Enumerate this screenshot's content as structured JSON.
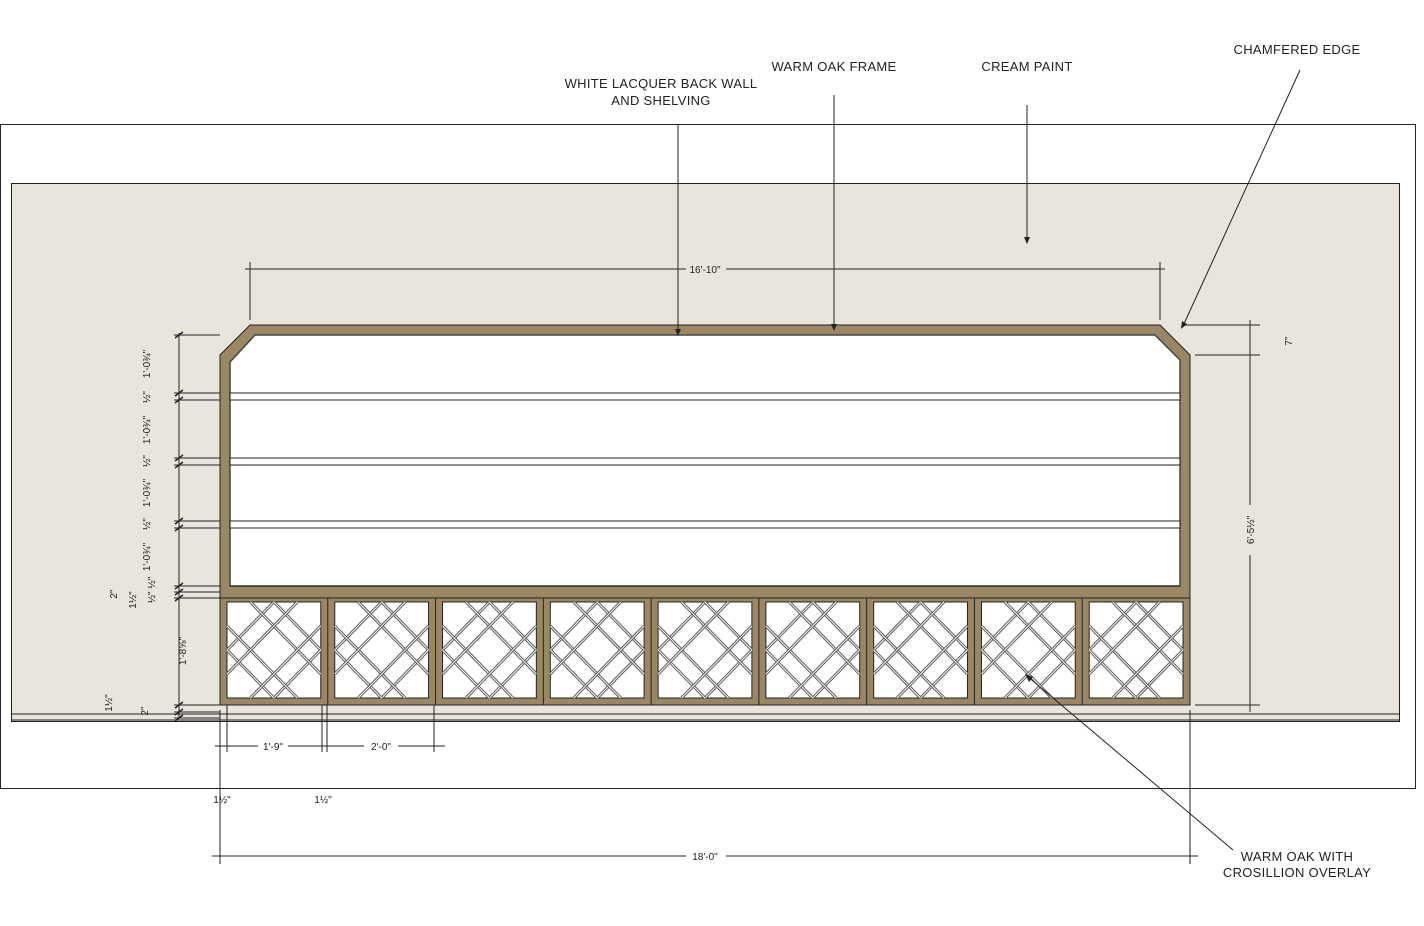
{
  "colors": {
    "cream": "#e9e5dd",
    "oak": "#9c8764",
    "lacquer": "#ffffff",
    "line": "#222222"
  },
  "callouts": {
    "back_wall_1": "WHITE LACQUER BACK WALL",
    "back_wall_2": "AND SHELVING",
    "frame": "WARM OAK FRAME",
    "paint": "CREAM PAINT",
    "chamfer": "CHAMFERED EDGE",
    "crosillion_1": "WARM OAK WITH",
    "crosillion_2": "CROSILLION OVERLAY"
  },
  "dimensions": {
    "top_width": "16'-10\"",
    "overall_width": "18'-0\"",
    "chamfer_height": "7\"",
    "right_height": "6'-5½\"",
    "cabinet_width": "1'-9\"",
    "cabinet_pitch": "2'-0\"",
    "stile_left": "1½\"",
    "stile_mid": "1½\"",
    "left_stack": [
      "1'-0¾\"",
      "½\"",
      "1'-0¾\"",
      "½\"",
      "1'-0¾\"",
      "½\"",
      "1'-0¾\"",
      "½\" ½\"",
      "1½\"",
      "2\"",
      "1'-8⅝\"",
      "1½\"",
      "2\""
    ]
  },
  "cabinet_count": 9
}
